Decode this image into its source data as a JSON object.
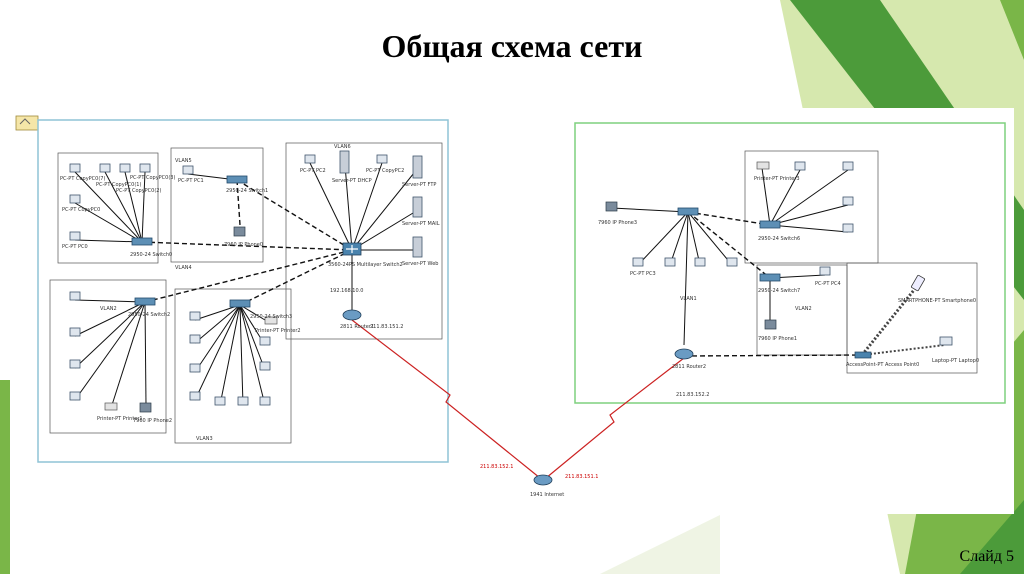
{
  "slide": {
    "title": "Общая схема сети",
    "number": "Слайд 5"
  },
  "colors": {
    "green_dark": "#4c9b3a",
    "green_mid": "#7ab648",
    "green_light": "#b5d66b",
    "left_frame": "#8fc3d6",
    "right_frame": "#7ed07e",
    "wan_link": "#cc2222"
  },
  "labels": {
    "vlan6": "VLAN6",
    "vlan5": "VLAN5",
    "vlan4": "VLAN4",
    "vlan2_left": "VLAN2",
    "vlan3_left": "VLAN3",
    "pc_copy7": "PC-PT CopyPC0(7)",
    "pc_copy1": "PC-PT CopyPC0(1)",
    "pc_copy2": "PC-PT CopyPC0(2)",
    "pc_copy3": "PC-PT CopyPC0(3)",
    "pc_copy0": "PC-PT CopyPC0",
    "pc0": "PC-PT PC0",
    "sw1": "2950-24 Switch1",
    "sw0": "2950-24 Switch0",
    "pc1": "PC-PT PC1",
    "ipphone0": "7960 IP Phone0",
    "pc2": "PC-PT PC2",
    "dhcp": "Server-PT DHCP",
    "copypc2": "PC-PT CopyPC2",
    "ftp": "Server-PT FTP",
    "mail": "Server-PT MAIL",
    "web": "Server-PT Web",
    "ms2": "3560-24PS Multilayer Switch2",
    "net_ip": "192.168.10.0",
    "router1": "2811 Router1",
    "r1_ip": "211.83.151.2",
    "sw2": "2950-24 Switch2",
    "sw3": "2950-24 Switch3",
    "printer1": "Printer-PT Printer1",
    "ipphone2": "7960 IP Phone2",
    "printer2": "Printer-PT Printer2",
    "internet_ip_l": "211.83.152.1",
    "internet_ip_r": "211.83.151.1",
    "internet": "1941 Internet",
    "ipphone3": "7960 IP Phone3",
    "pc3": "PC-PT PC3",
    "vlan1_r": "VLAN1",
    "vlan2_r": "VLAN2",
    "printer3": "Printer-PT Printer3",
    "sw6": "2950-24 Switch6",
    "sw7": "2950-24 Switch7",
    "pc4": "PC-PT PC4",
    "ipphone1": "7960 IP Phone1",
    "router2": "2811 Router2",
    "r2_ip": "211.83.152.2",
    "smartphone": "SMARTPHONE-PT Smartphone0",
    "ap": "AccessPoint-PT Access Point0",
    "laptop": "Laptop-PT Laptop0"
  }
}
